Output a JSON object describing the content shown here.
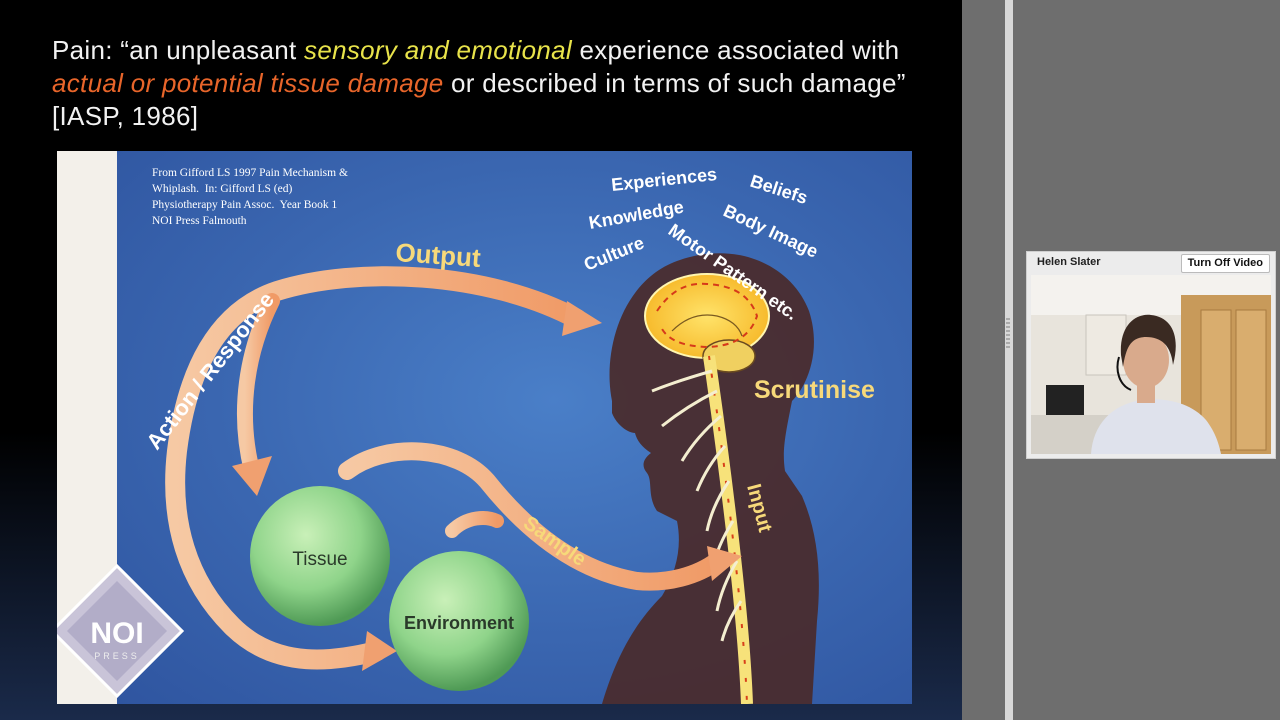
{
  "slide": {
    "title_part1": "Pain: “an unpleasant ",
    "title_highlight1": "sensory and emotional",
    "title_part2": " experience associated with ",
    "title_highlight2": "actual or potential tissue damage",
    "title_part3": " or described in terms of such damage” [IASP, 1986]"
  },
  "diagram": {
    "citation": "From Gifford LS 1997 Pain Mechanism &\nWhiplash.  In: Gifford LS (ed)\nPhysiotherapy Pain Assoc.  Year Book 1\nNOI Press Falmouth",
    "words": [
      "Experiences",
      "Beliefs",
      "Knowledge",
      "Body Image",
      "Culture",
      "Motor Pattern etc."
    ],
    "output_label": "Output",
    "action_label": "Action / Response",
    "scrutinise_label": "Scrutinise",
    "input_label": "Input",
    "sample_label": "Sample",
    "tissue_label": "Tissue",
    "environment_label": "Environment",
    "logo_text": "NOI",
    "logo_sub": "PRESS"
  },
  "video": {
    "participant_name": "Helen Slater",
    "turn_off_label": "Turn Off Video"
  },
  "colors": {
    "title_yellow": "#e8e34a",
    "title_orange": "#e8652a",
    "diagram_blue": "#3a66b0",
    "arrow_orange": "#f2a878",
    "label_yellow": "#f7d97a",
    "sphere_green": "#8fd48a"
  }
}
